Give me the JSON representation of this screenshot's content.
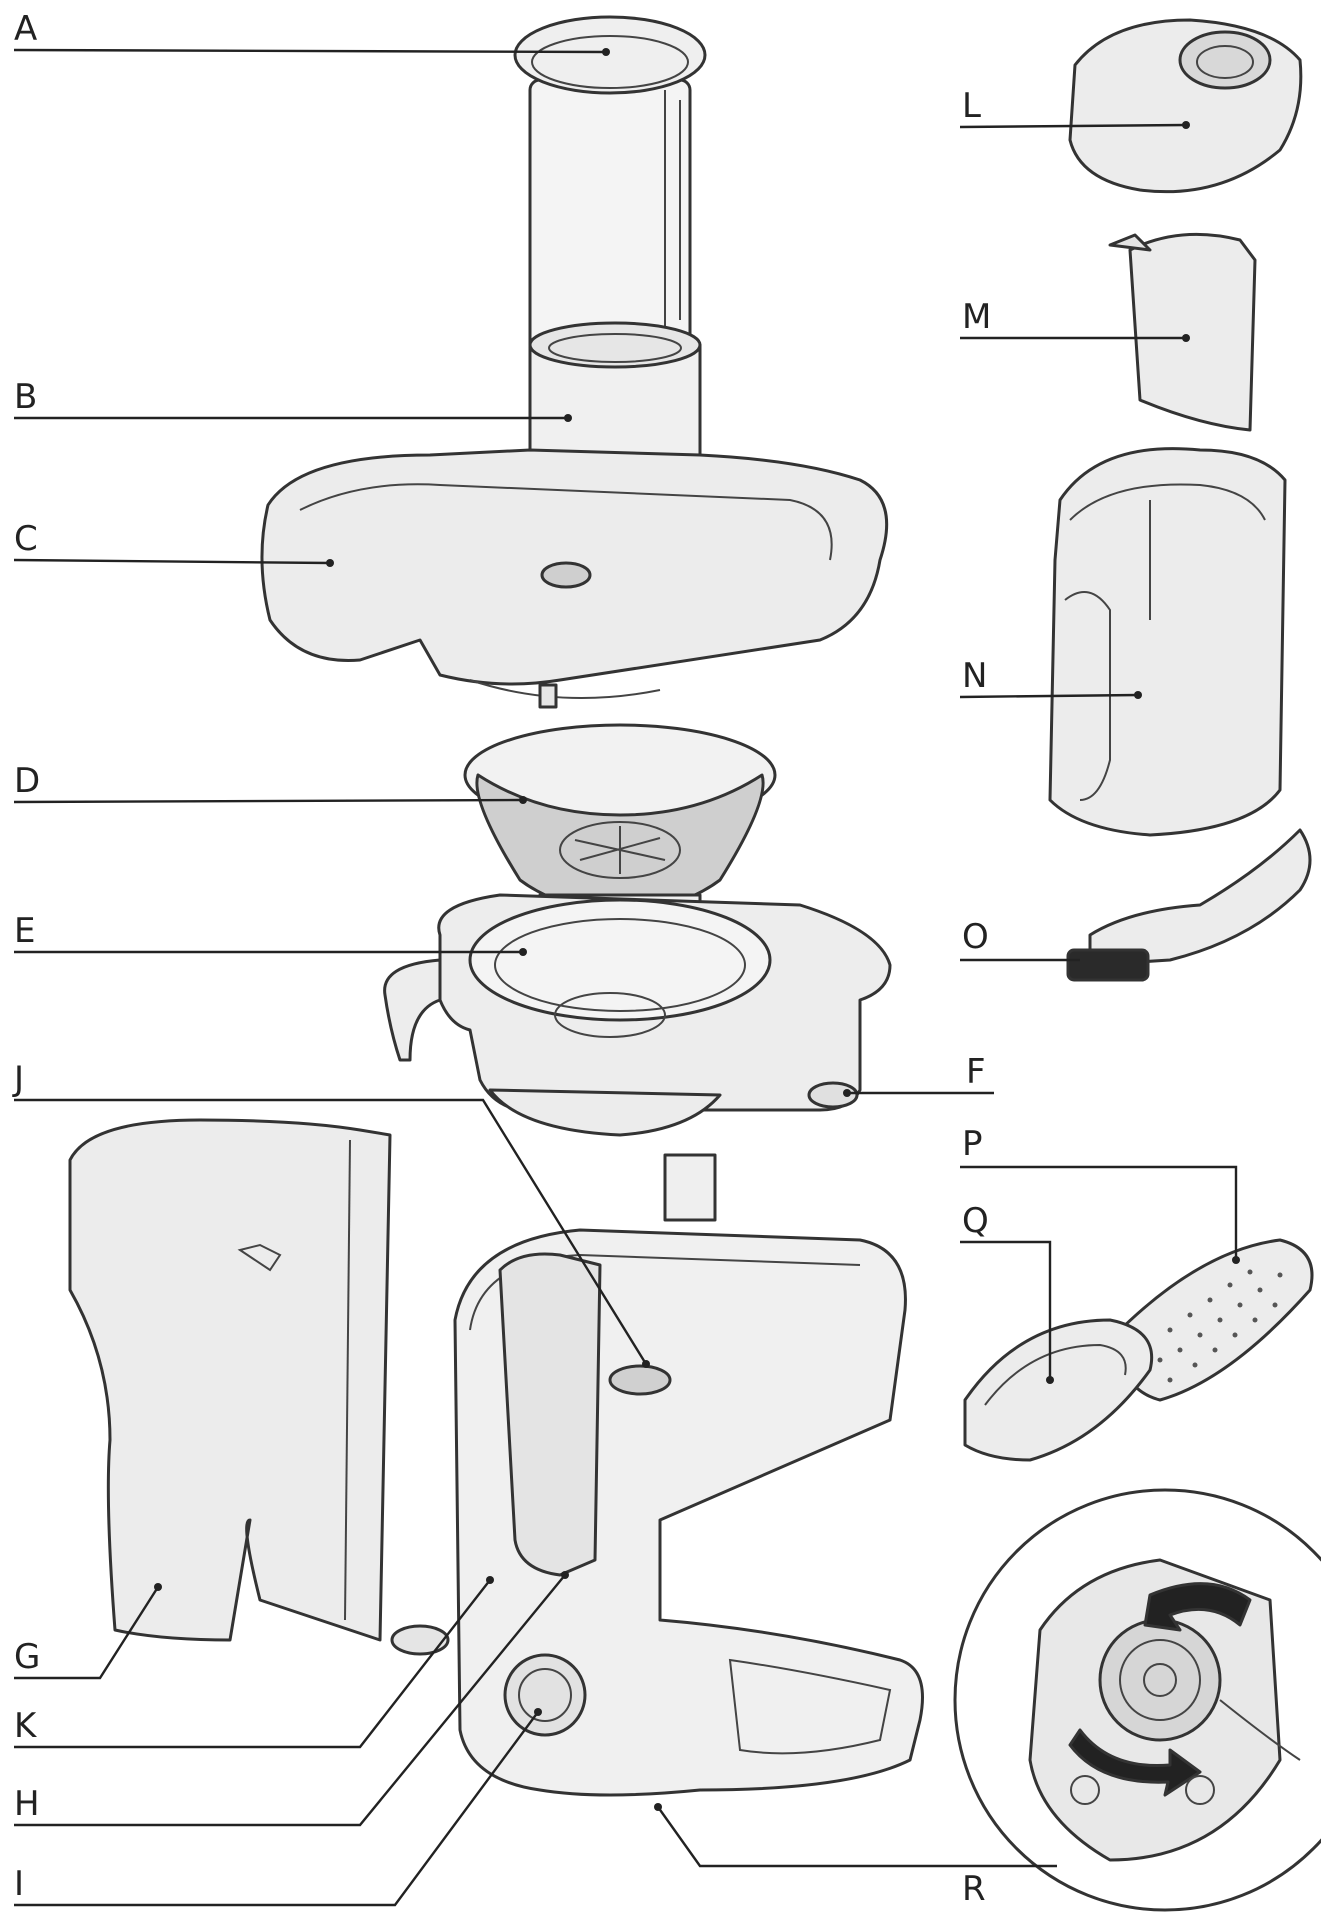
{
  "labels": {
    "A": "A",
    "B": "B",
    "C": "C",
    "D": "D",
    "E": "E",
    "F": "F",
    "G": "G",
    "H": "H",
    "I": "I",
    "J": "J",
    "K": "K",
    "L": "L",
    "M": "M",
    "N": "N",
    "O": "O",
    "P": "P",
    "Q": "Q",
    "R": "R"
  },
  "colors": {
    "part_fill": "#ececec",
    "part_fill_dark": "#cfcfcf",
    "line": "#222222",
    "accent_dark": "#333333"
  }
}
